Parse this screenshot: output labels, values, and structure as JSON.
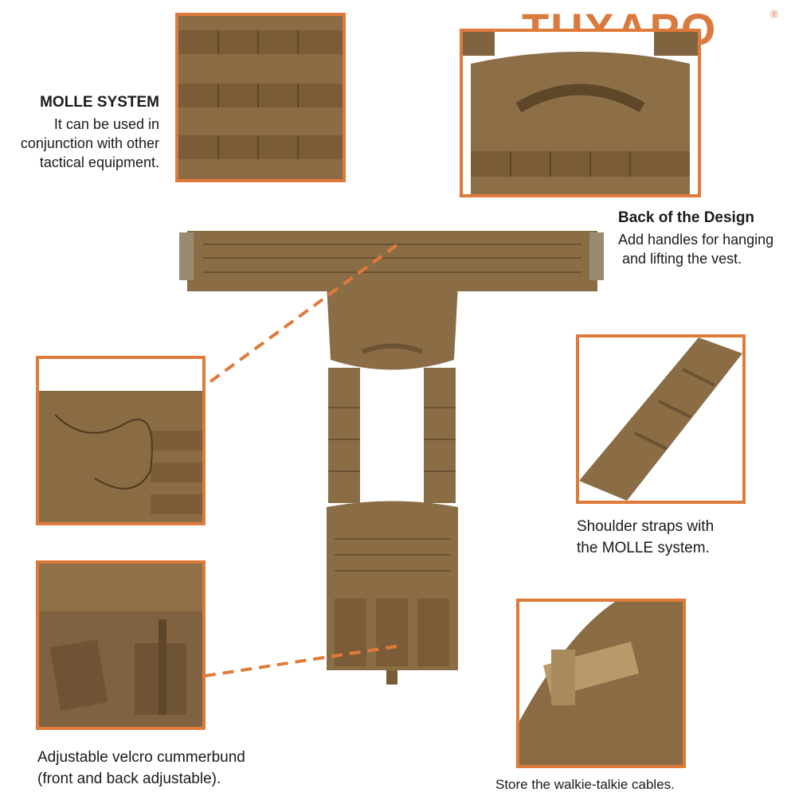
{
  "brand": {
    "name": "TUXAPO",
    "registered_mark": "®",
    "color": "#d97a3e"
  },
  "accent_color": "#e07a3a",
  "product_color": "#8a6d45",
  "features": {
    "molle": {
      "title": "MOLLE SYSTEM",
      "lines": [
        "It can be used in",
        "conjunction with other",
        "tactical equipment."
      ]
    },
    "back": {
      "title": "Back of the Design",
      "lines": [
        "Add handles for hanging",
        " and lifting the vest."
      ]
    },
    "shoulder": {
      "lines": [
        "Shoulder straps with",
        "the MOLLE system."
      ]
    },
    "cummerbund": {
      "lines": [
        "Adjustable velcro cummerbund",
        "(front and back adjustable)."
      ]
    },
    "walkie": {
      "lines": [
        "Store the walkie-talkie cables."
      ]
    }
  }
}
